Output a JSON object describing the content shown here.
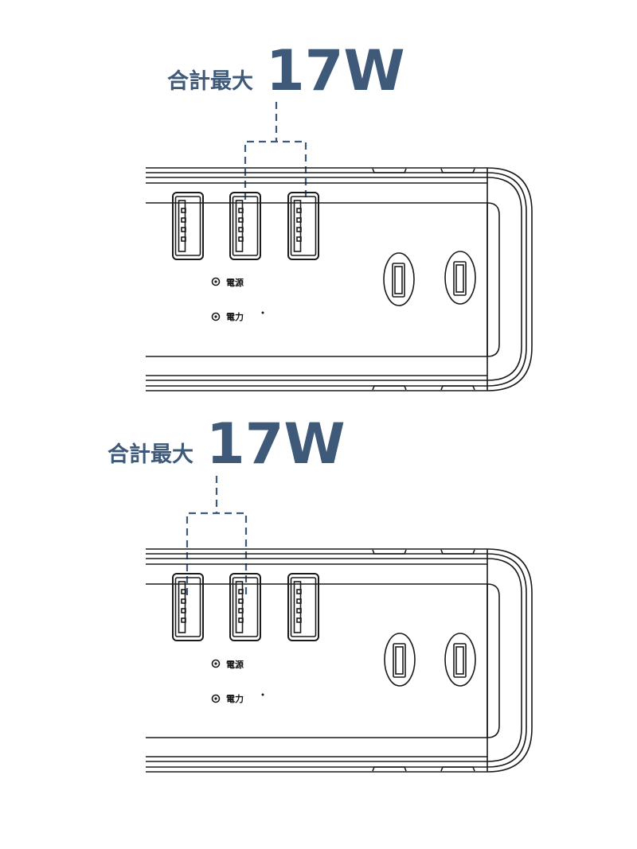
{
  "panels": [
    {
      "callout": {
        "prefix": "合計最大",
        "value": "17W"
      },
      "indicators": [
        {
          "label": "電源"
        },
        {
          "label": "電力"
        }
      ],
      "usb_port_count": 3,
      "ac_outlet_count": 2,
      "bracketed_ports": [
        "usb-2",
        "usb-3"
      ]
    },
    {
      "callout": {
        "prefix": "合計最大",
        "value": "17W"
      },
      "indicators": [
        {
          "label": "電源"
        },
        {
          "label": "電力"
        }
      ],
      "usb_port_count": 3,
      "ac_outlet_count": 2,
      "bracketed_ports": [
        "usb-1",
        "usb-2"
      ]
    }
  ],
  "colors": {
    "callout": "#3e5a78",
    "line": "#1a1a1a",
    "background": "#ffffff"
  }
}
